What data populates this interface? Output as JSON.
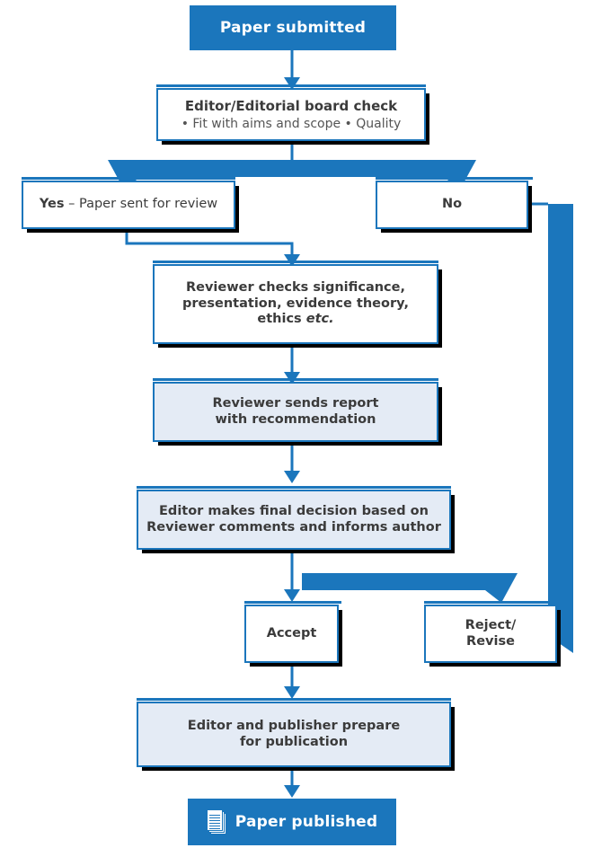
{
  "diagram": {
    "title": "Peer review process flowchart",
    "colors": {
      "accent": "#1b76bc",
      "pale_fill": "#e4ebf5",
      "white_fill": "#ffffff",
      "text": "#3b3b3b",
      "shadow": "#000000"
    }
  },
  "nodes": {
    "submitted": {
      "label": "Paper submitted"
    },
    "editor_check": {
      "title": "Editor/Editorial board check",
      "bullets": "• Fit with aims and scope • Quality"
    },
    "yes": {
      "emphasis": "Yes",
      "rest": " – Paper sent for review"
    },
    "no": {
      "label": "No"
    },
    "reviewer_checks": {
      "line1": "Reviewer checks significance,",
      "line2": "presentation, evidence theory,",
      "line3_pre": "ethics ",
      "line3_em": "etc."
    },
    "reviewer_report": {
      "line1": "Reviewer sends report",
      "line2": "with recommendation"
    },
    "final_decision": {
      "line1": "Editor makes final decision based on",
      "line2": "Reviewer comments and informs author"
    },
    "accept": {
      "label": "Accept"
    },
    "reject": {
      "line1": "Reject/",
      "line2": "Revise"
    },
    "prepare": {
      "line1": "Editor and publisher prepare",
      "line2": "for publication"
    },
    "published": {
      "label": "Paper published",
      "icon": "document-stack-icon"
    }
  },
  "connectors": [
    {
      "name": "submitted-to-editor-check",
      "kind": "arrow-down"
    },
    {
      "name": "editor-check-split-bar",
      "kind": "split-bar-two-way"
    },
    {
      "name": "yes-to-reviewer-checks",
      "kind": "elbow-arrow-down"
    },
    {
      "name": "no-to-reject-revise",
      "kind": "thick-right-elbow-arrow-left"
    },
    {
      "name": "reviewer-checks-to-report",
      "kind": "arrow-down"
    },
    {
      "name": "report-to-final-decision",
      "kind": "arrow-down"
    },
    {
      "name": "final-decision-split-bar",
      "kind": "split-bar-two-way"
    },
    {
      "name": "accept-to-prepare",
      "kind": "arrow-down"
    },
    {
      "name": "prepare-to-published",
      "kind": "arrow-down"
    }
  ]
}
